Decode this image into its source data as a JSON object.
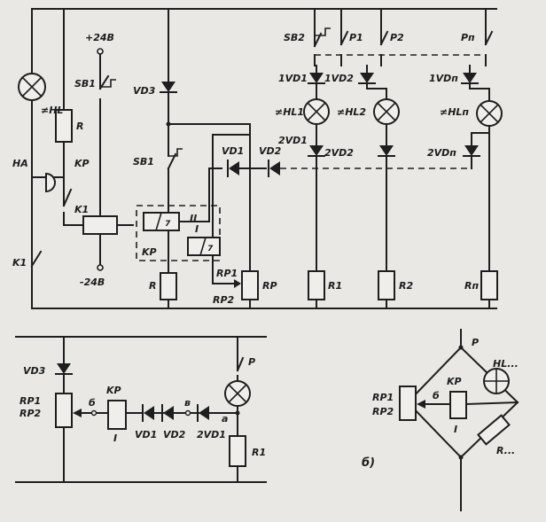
{
  "diagram": {
    "top": {
      "lamp_hl": "≠HL",
      "resistor_r_left": "R",
      "ha": "HA",
      "kp_contact": "KP",
      "k1_coil": "K1",
      "k1_contact": "K1",
      "supply_pos": "+24B",
      "supply_neg": "-24B",
      "sb1_top": "SB1",
      "vd3": "VD3",
      "sb1_mid": "SB1",
      "relay_kp": "KP",
      "winding_2": "II",
      "winding_1": "I",
      "resistor_r_mid": "R",
      "rp1": "RP1",
      "rp2": "RP2",
      "rp": "RP",
      "vd1": "VD1",
      "vd2": "VD2",
      "sb2": "SB2",
      "p1": "P1",
      "p2": "P2",
      "pn": "Pп",
      "d1vd1": "1VD1",
      "d1vd2": "1VD2",
      "d1vdn": "1VDп",
      "hl1": "≠HL1",
      "hl2": "≠HL2",
      "hln": "≠HLп",
      "d2vd1": "2VD1",
      "d2vd2": "2VD2",
      "d2vdn": "2VDп",
      "r1": "R1",
      "r2": "R2",
      "rn": "Rп",
      "coil_num_1": "7",
      "coil_num_2": "7"
    },
    "bottom_a": {
      "vd3": "VD3",
      "rp1": "RP1",
      "rp2": "RP2",
      "node_b": "б",
      "kp": "KP",
      "winding": "I",
      "vd1": "VD1",
      "vd2": "VD2",
      "d2vd1": "2VD1",
      "node_v": "в",
      "node_a": "а",
      "p": "P",
      "r1": "R1"
    },
    "bottom_b": {
      "panel_label": "б)",
      "p": "P",
      "hl": "HL...",
      "kp": "KP",
      "node_b": "б",
      "rp1": "RP1",
      "rp2": "RP2",
      "winding": "I",
      "r": "R..."
    }
  }
}
